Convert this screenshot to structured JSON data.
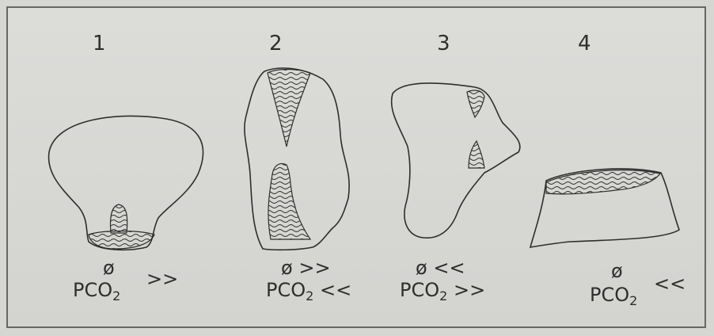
{
  "figures": [
    {
      "number": "1",
      "phi": "ø",
      "pco2": "PCO₂",
      "phi_arrow": "",
      "pco2_arrow": ">>"
    },
    {
      "number": "2",
      "phi": "ø",
      "pco2": "PCO₂",
      "phi_arrow": ">>",
      "pco2_arrow": "<<"
    },
    {
      "number": "3",
      "phi": "ø",
      "pco2": "PCO₂",
      "phi_arrow": "<<",
      "pco2_arrow": ">>"
    },
    {
      "number": "4",
      "phi": "ø",
      "pco2": "PCO₂",
      "phi_arrow": "",
      "pco2_arrow": "<<"
    }
  ],
  "colors": {
    "ink": "#2e2e2e",
    "background": "#d6d6d3",
    "frame": "#666666"
  }
}
